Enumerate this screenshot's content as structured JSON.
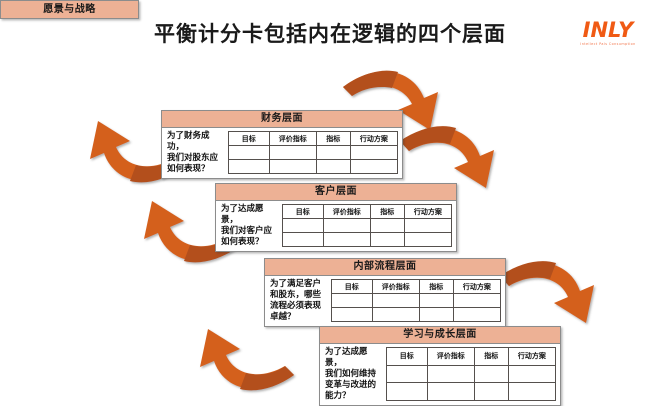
{
  "header": {
    "title": "平衡计分卡包括内在逻辑的四个层面",
    "logo": {
      "word": "INLY",
      "tagline": "Intellect  Pals  Consumption",
      "color": "#f05a14"
    }
  },
  "theme": {
    "header_fill": "#edb195",
    "arrow_light": "#d4601f",
    "arrow_dark": "#b3501c",
    "panel_border": "#8c8c8c",
    "background": "#ffffff"
  },
  "vision": {
    "label": "愿景与战略"
  },
  "columns": [
    "目标",
    "评价指标",
    "指标",
    "行动方案"
  ],
  "empty_rows": 2,
  "panels": [
    {
      "id": "financial",
      "title": "财务层面",
      "question": "为了财务成功，\n我们对股东应\n如何表现？"
    },
    {
      "id": "customer",
      "title": "客户层面",
      "question": "为了达成愿景，\n我们对客户应\n如何表现？"
    },
    {
      "id": "process",
      "title": "内部流程层面",
      "question": "为了满足客户\n和股东，哪些\n流程必须表现\n卓越？"
    },
    {
      "id": "learning",
      "title": "学习与成长层面",
      "question": "为了达成愿景，\n我们如何维持\n变革与改进的\n能力？"
    }
  ],
  "arrows": [
    {
      "name": "arrow-right-1",
      "direction": "down-right"
    },
    {
      "name": "arrow-right-2",
      "direction": "down-right"
    },
    {
      "name": "arrow-right-3",
      "direction": "down-right"
    },
    {
      "name": "arrow-left-1",
      "direction": "up-left"
    },
    {
      "name": "arrow-left-2",
      "direction": "up-left"
    },
    {
      "name": "arrow-left-3",
      "direction": "up-left"
    }
  ]
}
